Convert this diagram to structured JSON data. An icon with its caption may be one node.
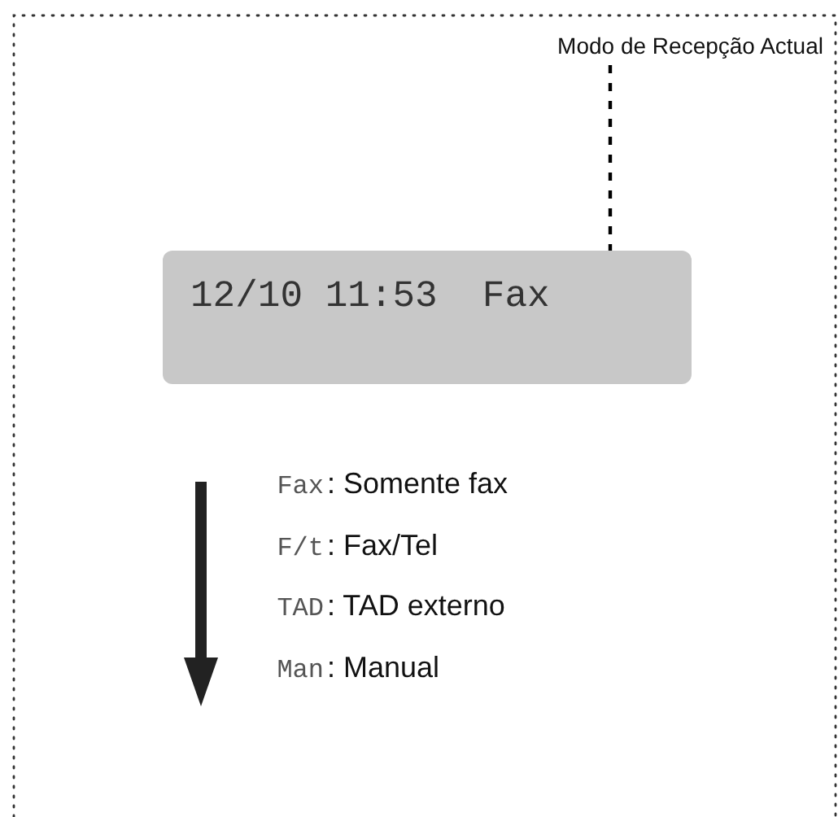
{
  "diagram": {
    "nodes": [
      {
        "text": [
          "Modo de Recepção Actual"
        ]
      },
      {
        "text": [
          "12/10 11:53  Fax"
        ]
      }
    ],
    "edges": [
      {
        "from": 0,
        "to": 1,
        "arrow": "none",
        "style": "dashed"
      }
    ],
    "labels": [
      "Fax",
      ": Somente fax",
      "F/t",
      ": Fax/Tel",
      "TAD",
      ": TAD externo",
      "Man",
      ": Manual"
    ]
  }
}
